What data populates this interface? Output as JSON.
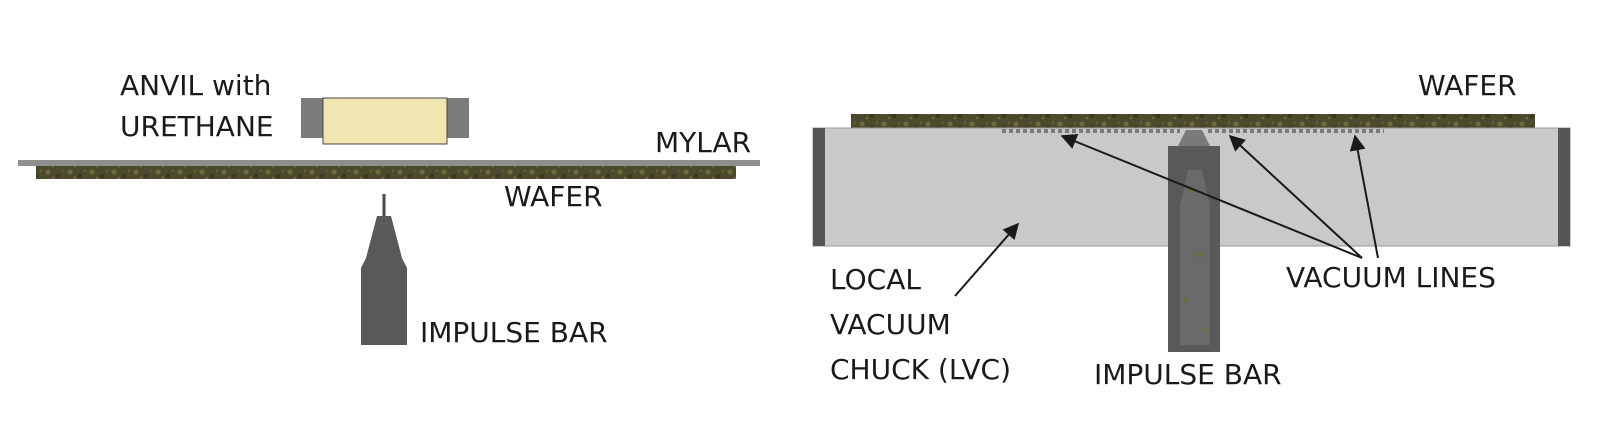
{
  "left_panel": {
    "anvil_label_line1": "ANVIL with",
    "anvil_label_line2": "URETHANE",
    "mylar_label": "MYLAR",
    "wafer_label": "WAFER",
    "impulse_bar_label": "IMPULSE BAR"
  },
  "right_panel": {
    "wafer_label": "WAFER",
    "lvc_label_line1": "LOCAL",
    "lvc_label_line2": "VACUUM",
    "lvc_label_line3": "CHUCK (LVC)",
    "vacuum_lines_label": "VACUUM LINES",
    "impulse_bar_label": "IMPULSE BAR"
  },
  "colors": {
    "urethane": "#f1e6b2",
    "anvil_block": "#7b7b7b",
    "mylar": "#8f8f8f",
    "wafer": "#4c4a2c",
    "wafer_speckle": "#6e6a3e",
    "impulse_bar": "#595959",
    "chuck_body": "#c9c9c9",
    "chuck_edge": "#555555",
    "vacuum_holes": "#7a7a7a"
  }
}
